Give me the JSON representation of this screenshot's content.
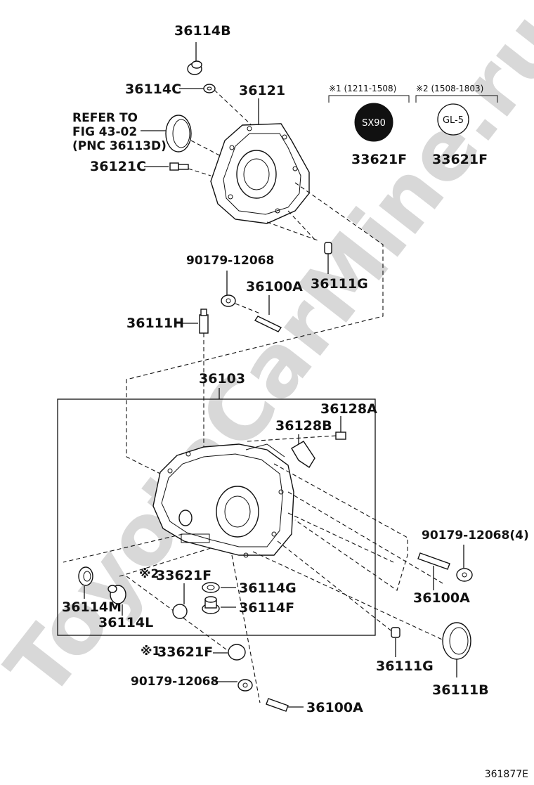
{
  "watermark": "ToyotaCarMine.ru",
  "figure_code": "361877E",
  "labels": {
    "p36114B": "36114B",
    "p36114C": "36114C",
    "p36121": "36121",
    "refer_line1": "REFER TO",
    "refer_line2": "FIG 43-02",
    "refer_line3": "(PNC 36113D)",
    "p36121C": "36121C",
    "p90179_top": "90179-12068",
    "p36100A_top": "36100A",
    "p36111G_top": "36111G",
    "p36111H": "36111H",
    "p36103": "36103",
    "p36128A": "36128A",
    "p36128B": "36128B",
    "p90179_right": "90179-12068(4)",
    "p36100A_right": "36100A",
    "p33621F_mid": "33621F",
    "p36114G": "36114G",
    "p36114F": "36114F",
    "p36114M": "36114M",
    "p36114L": "36114L",
    "p33621F_low": "33621F",
    "p90179_bottom": "90179-12068",
    "p36100A_bottom": "36100A",
    "p36111G_right": "36111G",
    "p36111B": "36111B",
    "note_mark_2": "※2",
    "note_mark_1": "※1"
  },
  "variants": {
    "v1_header": "※1 (1211-1508)",
    "v2_header": "※2 (1508-1803)",
    "v1_badge": "SX90",
    "v2_badge": "GL-5",
    "v1_part": "33621F",
    "v2_part": "33621F"
  }
}
